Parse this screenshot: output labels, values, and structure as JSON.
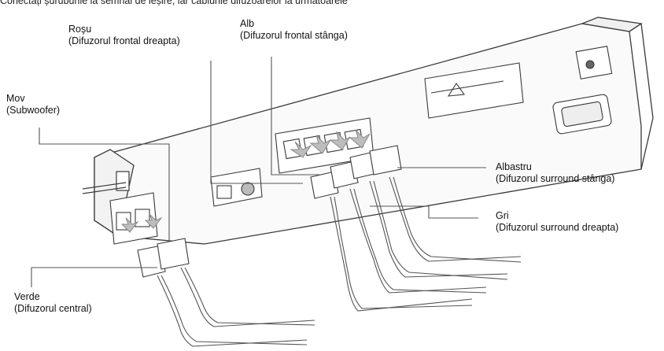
{
  "top_caption": "Conectați șuruburile la semnal de ieșire, iar cablurile difuzoarelor la următoarele",
  "labels": {
    "rosu": {
      "l1": "Roşu",
      "l2": "(Difuzorul frontal dreapta)"
    },
    "alb": {
      "l1": "Alb",
      "l2": "(Difuzorul frontal stânga)"
    },
    "mov": {
      "l1": "Mov",
      "l2": "(Subwoofer)"
    },
    "albastru": {
      "l1": "Albastru",
      "l2": "(Difuzorul surround stânga)"
    },
    "gri": {
      "l1": "Gri",
      "l2": "(Difuzorul surround dreapta)"
    },
    "verde": {
      "l1": "Verde",
      "l2": "(Difuzorul central)"
    }
  },
  "colors": {
    "line": "#555555",
    "device_fill": "#fafafa",
    "device_stroke": "#3a3a3a",
    "arrow": "#9a9a9a"
  }
}
